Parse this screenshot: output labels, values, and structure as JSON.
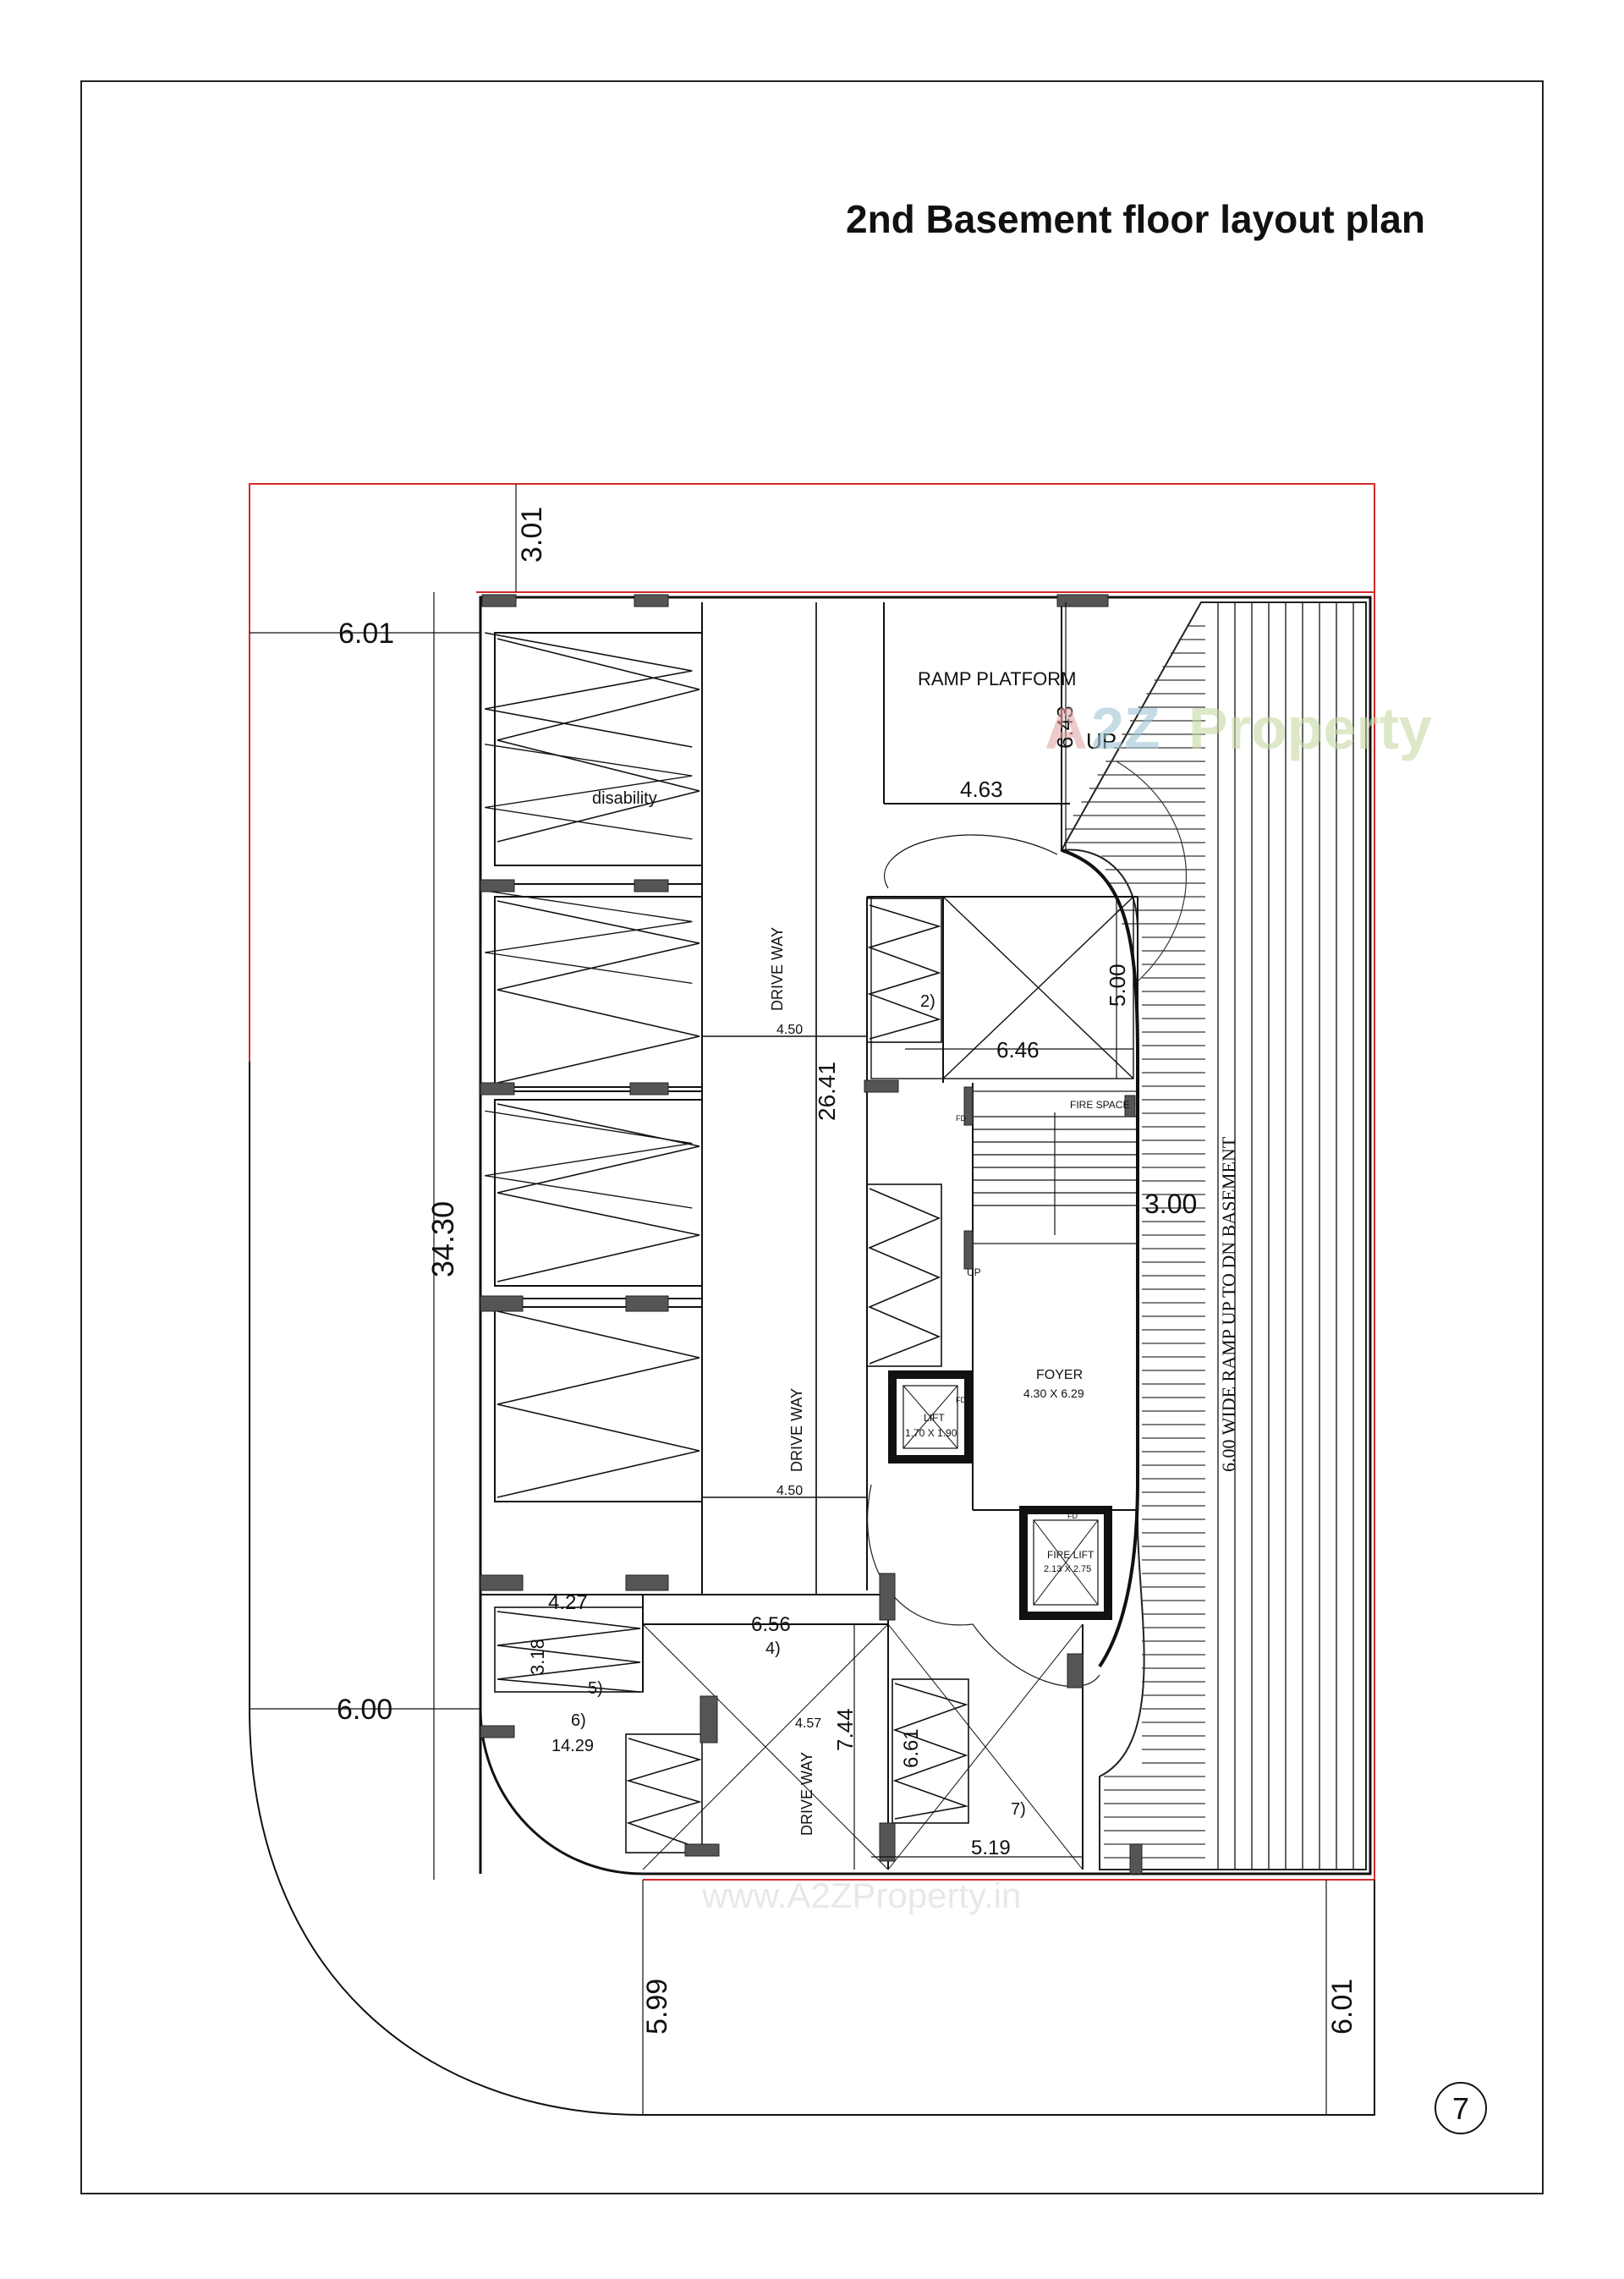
{
  "title": "2nd Basement floor layout plan",
  "page_number": "7",
  "watermark": {
    "logo_a": "A",
    "logo_z": "2Z",
    "logo_property": "Property",
    "url": "www.A2ZProperty.in"
  },
  "dimensions": {
    "top_setback": "3.01",
    "left_setback_upper": "6.01",
    "left_setback_lower": "6.00",
    "overall_depth": "34.30",
    "bottom_setback_left": "5.99",
    "bottom_setback_right": "6.01",
    "ramp_platform_depth": "6.43",
    "ramp_platform_width": "4.63",
    "driveway_length": "26.41",
    "driveway_width_upper": "4.50",
    "driveway_width_lower": "4.50",
    "ramp_clear": "3.00",
    "lobby_width": "6.46",
    "lobby_height": "5.00",
    "lower_bay_a": "4.27",
    "lower_bay_b": "3.18",
    "lower_bay_c": "6.56",
    "lower_bay_d": "4.57",
    "lower_bay_e": "7.44",
    "lower_bay_f": "6.61",
    "lower_bay_g": "5.19",
    "lower_bay_h": "14.29"
  },
  "labels": {
    "ramp_platform": "RAMP PLATFORM",
    "up_ramp": "UP",
    "disability": "disability",
    "drive_way": "DRIVE WAY",
    "fire_space": "FIRE SPACE",
    "stair_up": "UP",
    "foyer": "FOYER",
    "foyer_size": "4.30 X 6.29",
    "lift": "LIFT",
    "lift_size": "1.70 X 1.90",
    "fire_lift": "FIRE LIFT",
    "fire_lift_size": "2.13 X 2.75",
    "fd": "FD",
    "ramp_note": "6.00 WIDE RAMP UP TO DN BASEMENT",
    "mark_2": "2)",
    "mark_4": "4)",
    "mark_5": "5)",
    "mark_6": "6)",
    "mark_7": "7)"
  },
  "colors": {
    "plot_line": "#d42a2a",
    "wall": "#111111",
    "column": "#555555"
  }
}
